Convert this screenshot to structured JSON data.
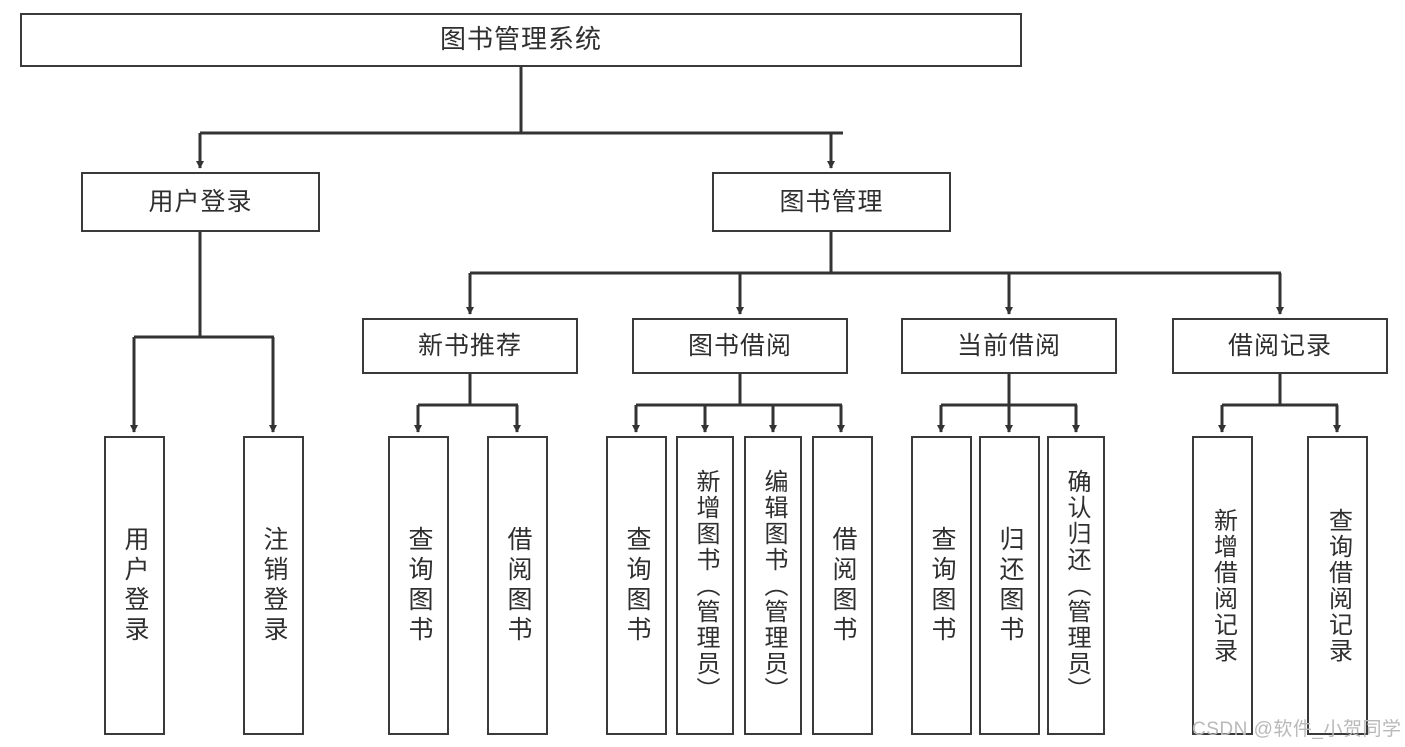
{
  "diagram": {
    "type": "tree",
    "title": "图书管理系统",
    "watermark": "CSDN @软件_小贺同学",
    "colors": {
      "node_border": "#3a3a3a",
      "node_fill": "#ffffff",
      "connector": "#333333",
      "text": "#2f2f2f",
      "watermark": "#b9b9b9",
      "background": "#ffffff"
    },
    "levels": {
      "root": "图书管理系统",
      "level2": [
        "用户登录",
        "图书管理"
      ],
      "level3": [
        "新书推荐",
        "图书借阅",
        "当前借阅",
        "借阅记录"
      ]
    },
    "nodes": {
      "root": {
        "label": "图书管理系统"
      },
      "user_login": {
        "label": "用户登录"
      },
      "book_manage": {
        "label": "图书管理"
      },
      "new_book_rec": {
        "label": "新书推荐"
      },
      "book_borrow": {
        "label": "图书借阅"
      },
      "current_borrow": {
        "label": "当前借阅"
      },
      "borrow_record": {
        "label": "借阅记录"
      },
      "leaf_user_login": {
        "label": "用户登录"
      },
      "leaf_logout": {
        "label": "注销登录"
      },
      "leaf_query_book_1": {
        "label": "查询图书"
      },
      "leaf_borrow_book_1": {
        "label": "借阅图书"
      },
      "leaf_query_book_2": {
        "label": "查询图书"
      },
      "leaf_add_book": {
        "label": "新增图书（管理员）"
      },
      "leaf_edit_book": {
        "label": "编辑图书（管理员）"
      },
      "leaf_borrow_book_2": {
        "label": "借阅图书"
      },
      "leaf_query_book_3": {
        "label": "查询图书"
      },
      "leaf_return_book": {
        "label": "归还图书"
      },
      "leaf_confirm_return": {
        "label": "确认归还（管理员）"
      },
      "leaf_add_record": {
        "label": "新增借阅记录"
      },
      "leaf_query_record": {
        "label": "查询借阅记录"
      }
    },
    "edges": [
      {
        "from": "root",
        "to": "user_login"
      },
      {
        "from": "root",
        "to": "book_manage"
      },
      {
        "from": "user_login",
        "to": "leaf_user_login"
      },
      {
        "from": "user_login",
        "to": "leaf_logout"
      },
      {
        "from": "book_manage",
        "to": "new_book_rec"
      },
      {
        "from": "book_manage",
        "to": "book_borrow"
      },
      {
        "from": "book_manage",
        "to": "current_borrow"
      },
      {
        "from": "book_manage",
        "to": "borrow_record"
      },
      {
        "from": "new_book_rec",
        "to": "leaf_query_book_1"
      },
      {
        "from": "new_book_rec",
        "to": "leaf_borrow_book_1"
      },
      {
        "from": "book_borrow",
        "to": "leaf_query_book_2"
      },
      {
        "from": "book_borrow",
        "to": "leaf_add_book"
      },
      {
        "from": "book_borrow",
        "to": "leaf_edit_book"
      },
      {
        "from": "book_borrow",
        "to": "leaf_borrow_book_2"
      },
      {
        "from": "current_borrow",
        "to": "leaf_query_book_3"
      },
      {
        "from": "current_borrow",
        "to": "leaf_return_book"
      },
      {
        "from": "current_borrow",
        "to": "leaf_confirm_return"
      },
      {
        "from": "borrow_record",
        "to": "leaf_add_record"
      },
      {
        "from": "borrow_record",
        "to": "leaf_query_record"
      }
    ]
  }
}
